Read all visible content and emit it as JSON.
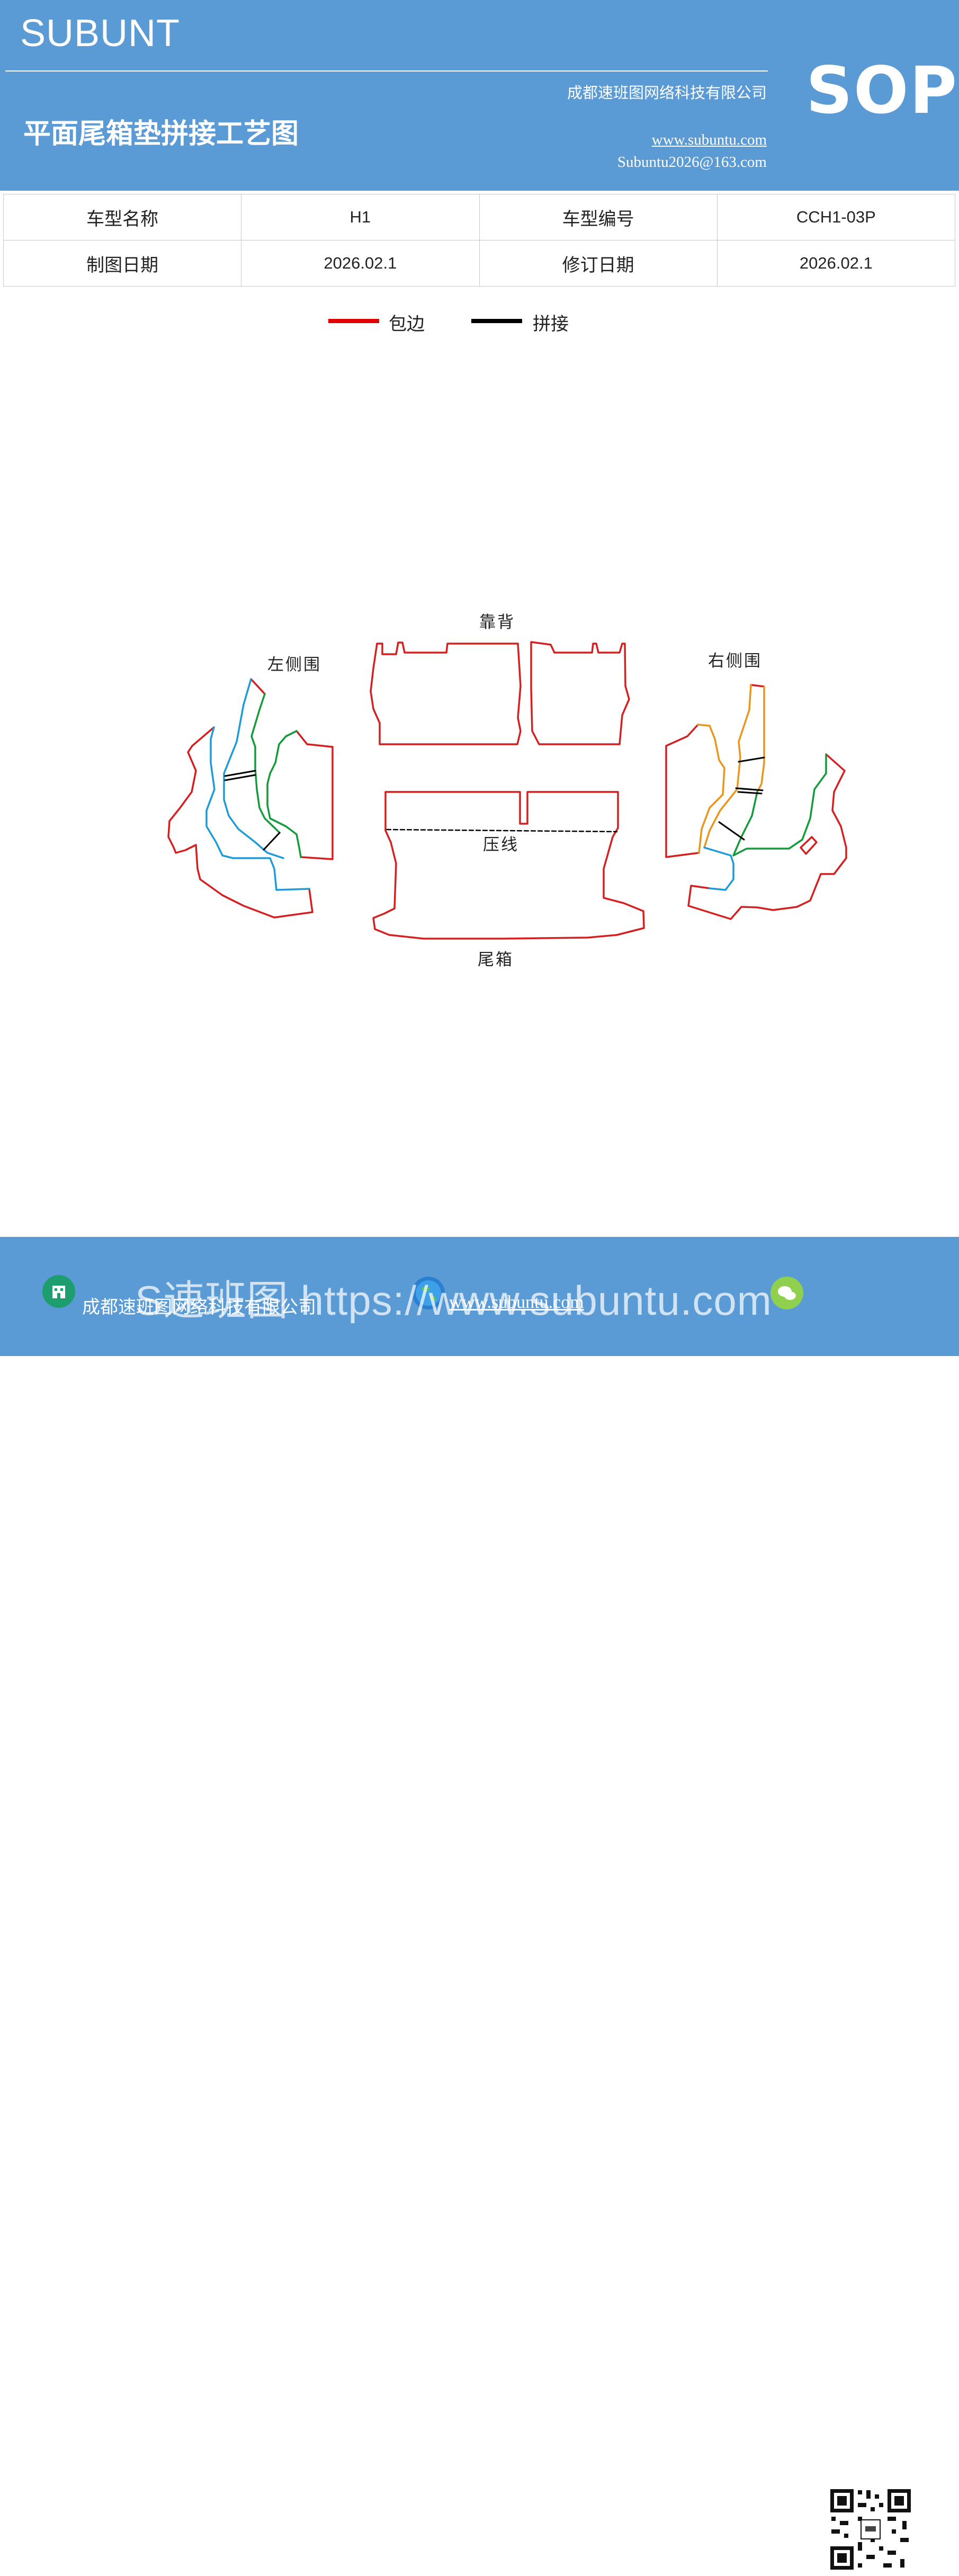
{
  "header": {
    "brand": "SUBUNT",
    "title": "平面尾箱垫拼接工艺图",
    "company": "成都速班图网络科技有限公司",
    "website": "www.subuntu.com",
    "email": "Subuntu2026@163.com",
    "badge": "SOP"
  },
  "info_table": {
    "rows": [
      [
        {
          "label": "车型名称",
          "value": "H1"
        },
        {
          "label": "车型编号",
          "value": "CCH1-03P"
        }
      ],
      [
        {
          "label": "制图日期",
          "value": "2026.02.1"
        },
        {
          "label": "修订日期",
          "value": "2026.02.1"
        }
      ]
    ]
  },
  "legend": [
    {
      "label": "包边",
      "color": "#e00000"
    },
    {
      "label": "拼接",
      "color": "#000000"
    }
  ],
  "diagram": {
    "labels": {
      "backrest": "靠背",
      "left_side": "左侧围",
      "right_side": "右侧围",
      "crease": "压线",
      "trunk": "尾箱"
    },
    "colors": {
      "edge_red": "#d42020",
      "blue": "#1f9bd7",
      "green": "#159a3c",
      "orange": "#e8961e",
      "seam_black": "#000000"
    }
  },
  "footer": {
    "company": "成都速班图网络科技有限公司",
    "website": "www.subuntu.com",
    "watermark": "S速班图 https://www.subuntu.com",
    "icons": [
      "building-icon",
      "globe-icon",
      "wechat-icon",
      "qr-code"
    ]
  }
}
